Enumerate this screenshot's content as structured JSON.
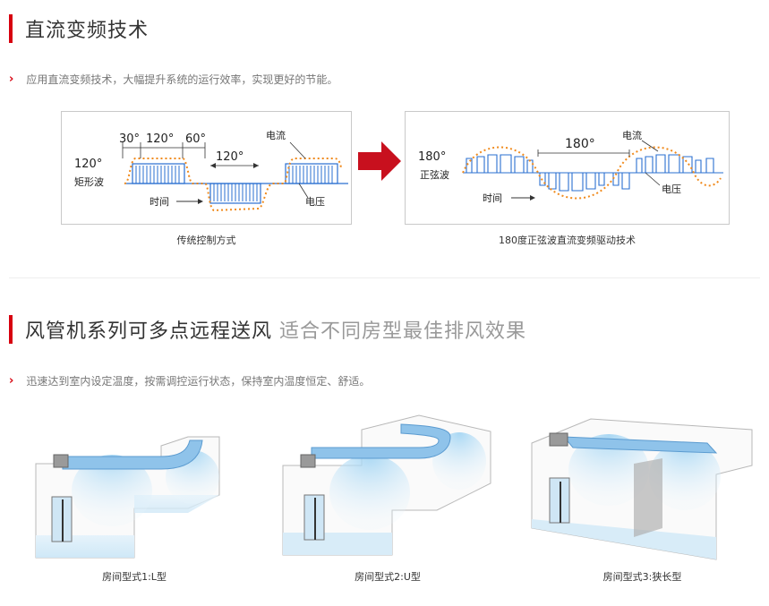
{
  "section1": {
    "title": "直流变频技术",
    "bullet": "应用直流变频技术，大幅提升系统的运行效率，实现更好的节能。",
    "left_panel": {
      "deg_30": "30°",
      "deg_120_top": "120°",
      "deg_60": "60°",
      "deg_120_mid": "120°",
      "deg_120_left": "120°",
      "wave_label": "矩形波",
      "current": "电流",
      "voltage": "电压",
      "time": "时间",
      "caption": "传统控制方式"
    },
    "right_panel": {
      "deg_180_left": "180°",
      "wave_label": "正弦波",
      "deg_180_top": "180°",
      "current": "电流",
      "voltage": "电压",
      "time": "时间",
      "caption": "180度正弦波直流变频驱动技术"
    }
  },
  "section2": {
    "title": "风管机系列可多点远程送风",
    "subtitle": "适合不同房型最佳排风效果",
    "bullet": "迅速达到室内设定温度，按需调控运行状态，保持室内温度恒定、舒适。",
    "rooms": [
      {
        "caption": "房间型式1:L型"
      },
      {
        "caption": "房间型式2:U型"
      },
      {
        "caption": "房间型式3:狭长型"
      }
    ]
  },
  "colors": {
    "accent": "#d7000f",
    "wave_blue": "#2a6fd0",
    "current_orange": "#f08a1c",
    "duct_blue": "#8fc3ea"
  }
}
